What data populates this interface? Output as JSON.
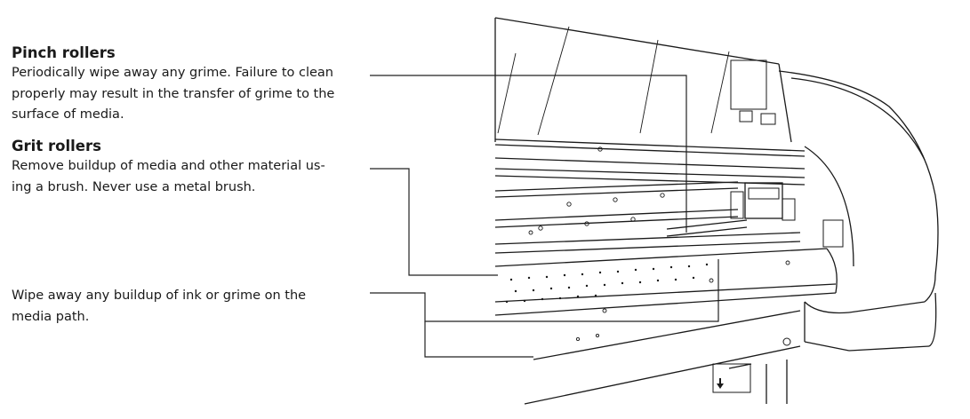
{
  "callouts": {
    "pinch_rollers": {
      "heading": "Pinch rollers",
      "line1": "Periodically wipe away any grime. Failure to clean",
      "line2": "properly may result in the transfer of grime to the",
      "line3": "surface of media."
    },
    "grit_rollers": {
      "heading": "Grit rollers",
      "line1": "Remove buildup of media and other material us-",
      "line2": "ing a brush. Never use a metal brush."
    },
    "media_path": {
      "line1": "Wipe away any buildup of ink or grime on the",
      "line2": "media path."
    }
  }
}
